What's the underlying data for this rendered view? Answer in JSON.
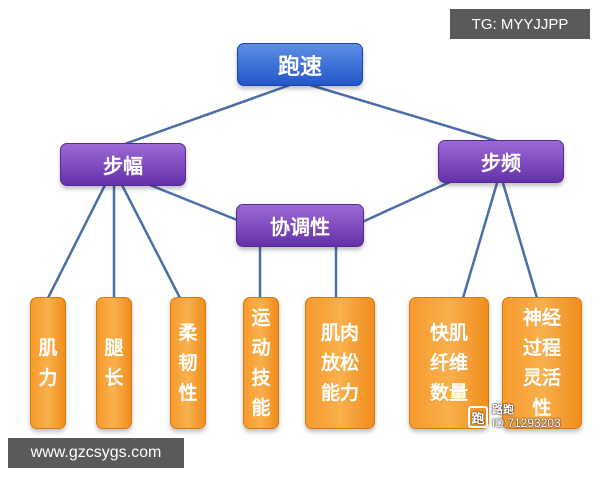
{
  "diagram": {
    "root": "跑速",
    "branches": {
      "stride": "步幅",
      "cadence": "步频",
      "coordination": "协调性"
    },
    "leaves": [
      {
        "lines": [
          "肌",
          "力"
        ]
      },
      {
        "lines": [
          "腿",
          "长"
        ]
      },
      {
        "lines": [
          "柔",
          "韧",
          "性"
        ]
      },
      {
        "lines": [
          "运",
          "动",
          "技",
          "能"
        ]
      },
      {
        "lines": [
          "肌肉",
          "放松",
          "能力"
        ]
      },
      {
        "lines": [
          "快肌",
          "纤维",
          "数量"
        ]
      },
      {
        "lines": [
          "神经",
          "过程",
          "灵活",
          "性"
        ]
      }
    ]
  },
  "watermarks": {
    "top_right": "TG: MYYJJPP",
    "bottom_left": "www.gzcsygs.com",
    "stamp_logo": "跑",
    "stamp_name": "路跑",
    "stamp_id": "ID:71293203"
  },
  "colors": {
    "root": "#2f62d4",
    "branch": "#7b45bf",
    "leaf": "#f5a23a",
    "connector": "#4a6fa8"
  }
}
